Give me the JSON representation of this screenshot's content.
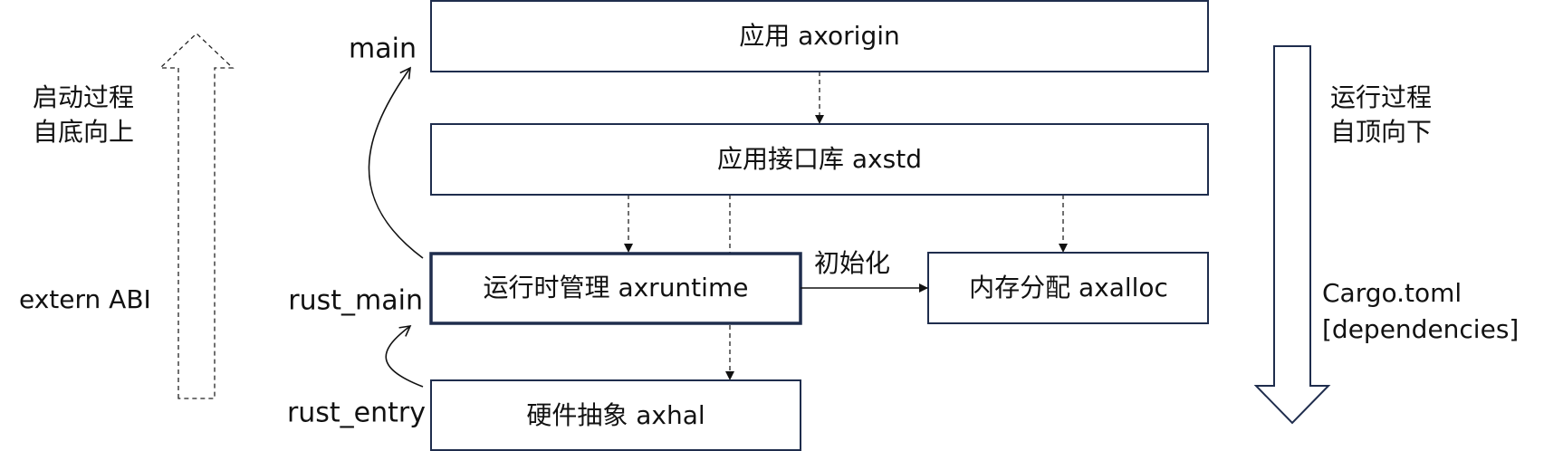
{
  "left_note": {
    "line1": "启动过程",
    "line2": "自底向上",
    "abi": "extern ABI"
  },
  "right_note": {
    "line1": "运行过程",
    "line2": "自顶向下",
    "cargo1": "Cargo.toml",
    "cargo2": "[dependencies]"
  },
  "entry_labels": {
    "main": "main",
    "rust_main": "rust_main",
    "rust_entry": "rust_entry"
  },
  "modules": {
    "axorigin": "应用 axorigin",
    "axstd": "应用接口库 axstd",
    "axruntime": "运行时管理 axruntime",
    "axalloc": "内存分配 axalloc",
    "axhal": "硬件抽象 axhal"
  },
  "edge_label_init": "初始化",
  "colors": {
    "border": "#1f2d4d"
  }
}
